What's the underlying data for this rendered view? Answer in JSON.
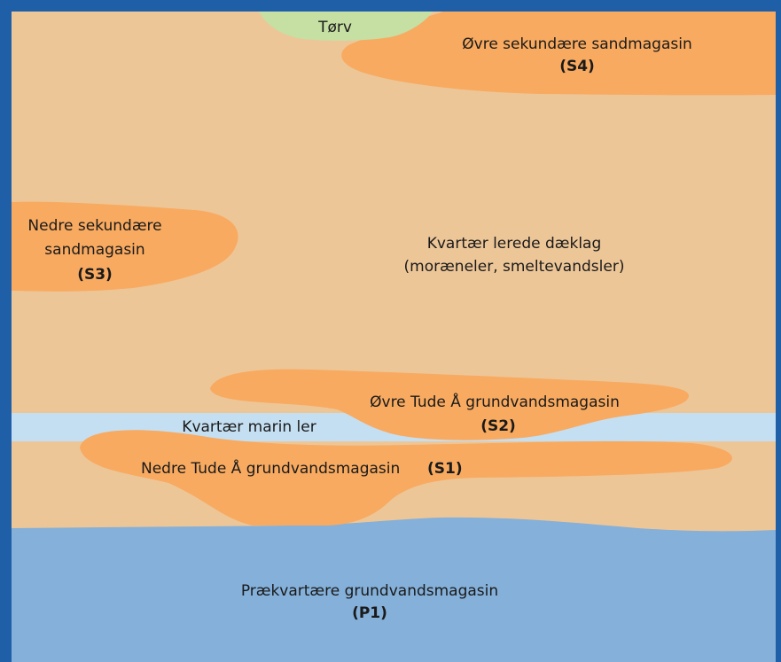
{
  "colors": {
    "frame": "#1f5fa8",
    "clay_cover": "#edc698",
    "sand_aquifer": "#f8aa60",
    "marine_clay": "#c5dff2",
    "peat": "#c6dfa3",
    "prequaternary": "#84b0d9"
  },
  "layers": {
    "peat": {
      "label": "Tørv"
    },
    "s4": {
      "label": "Øvre sekundære sandmagasin",
      "code": "(S4)"
    },
    "s3": {
      "label_line1": "Nedre sekundære",
      "label_line2": "sandmagasin",
      "code": "(S3)"
    },
    "cover": {
      "label_line1": "Kvartær lerede dæklag",
      "label_line2": "(moræneler, smeltevandsler)"
    },
    "s2": {
      "label": "Øvre Tude Å  grundvandsmagasin",
      "code": "(S2)"
    },
    "marine_clay": {
      "label": "Kvartær marin ler"
    },
    "s1": {
      "label": "Nedre Tude Å  grundvandsmagasin",
      "code": "(S1)"
    },
    "p1": {
      "label": "Prækvartære grundvandsmagasin",
      "code": "(P1)"
    }
  }
}
